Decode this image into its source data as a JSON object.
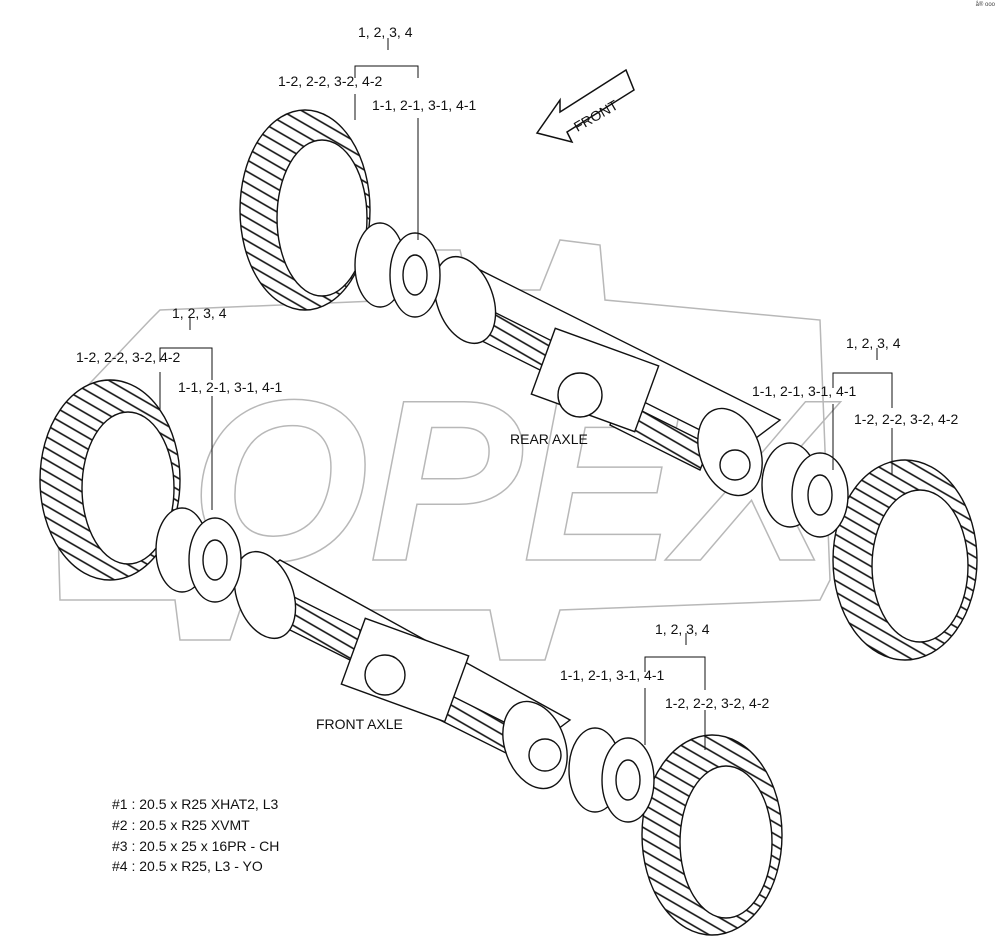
{
  "labels": {
    "group_all": "1, 2, 3, 4",
    "group_outer": "1-2, 2-2, 3-2, 4-2",
    "group_inner": "1-1, 2-1, 3-1, 4-1",
    "rear_axle": "REAR AXLE",
    "front_axle": "FRONT AXLE",
    "front_arrow": "FRONT"
  },
  "watermark": "OPEX",
  "corner_mark": "å® ooo",
  "legend": [
    "#1 : 20.5 x R25 XHAT2, L3",
    "#2 : 20.5 x R25 XVMT",
    "#3 : 20.5 x 25 x 16PR - CH",
    "#4 : 20.5 x R25, L3  - YO"
  ],
  "colors": {
    "ink": "#111111",
    "watermark": "#b8b8b8",
    "paper": "#ffffff"
  }
}
